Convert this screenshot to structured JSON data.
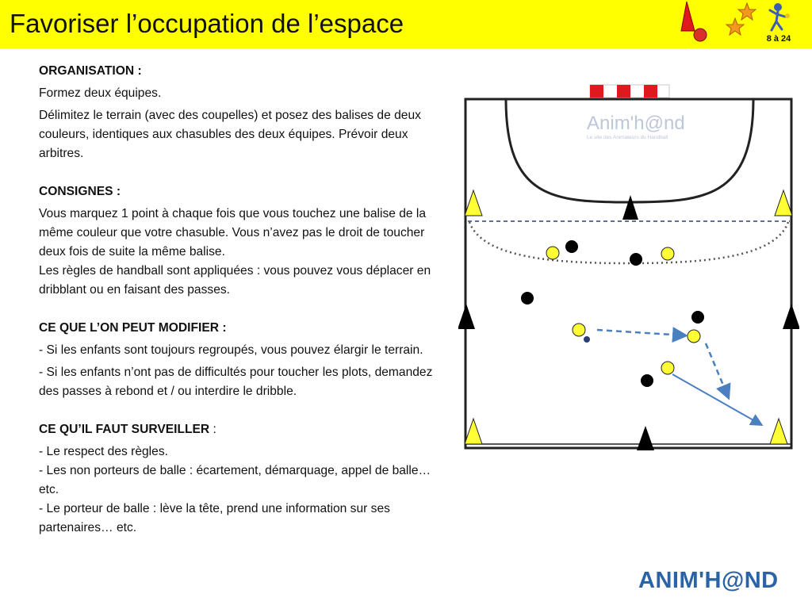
{
  "header": {
    "title": "Favoriser l’occupation de l’espace",
    "age_badge": "8 à 24",
    "colors": {
      "background": "#ffff00"
    },
    "icons": [
      "cone-icon",
      "ball-icon",
      "stars-icon",
      "handball-player-icon"
    ]
  },
  "sections": [
    {
      "heading": "ORGANISATION :",
      "paragraphs": [
        "Formez deux équipes.",
        "Délimitez le terrain (avec des coupelles) et posez des balises de deux couleurs, identiques aux chasubles des deux équipes. Prévoir deux arbitres."
      ]
    },
    {
      "heading": "CONSIGNES :",
      "paragraphs": [
        "Vous marquez 1 point à chaque fois que vous touchez une balise de la même couleur que votre chasuble. Vous n’avez pas le droit de toucher deux fois de suite la même balise.",
        "Les règles de handball sont appliquées : vous pouvez vous déplacer en dribblant ou en faisant des passes."
      ]
    },
    {
      "heading": "CE QUE L’ON PEUT MODIFIER :",
      "paragraphs": [
        "- Si les enfants sont toujours regroupés, vous pouvez élargir le terrain.",
        "- Si les enfants n’ont pas de difficultés pour toucher les plots, demandez des passes à rebond et / ou interdire le dribble."
      ]
    },
    {
      "heading": "CE QU’IL FAUT SURVEILLER",
      "heading_suffix": " :",
      "paragraphs": [
        "- Le respect des règles.",
        "- Les non porteurs de balle : écartement, démarquage, appel de balle…etc.",
        "- Le porteur de balle : lève la tête, prend une information sur ses partenaires… etc."
      ]
    }
  ],
  "diagram": {
    "watermark_title": "Anim'h@nd",
    "watermark_subtitle": "Le site des Animateurs du Handball",
    "colors": {
      "yellow_team": "#ffff33",
      "black_team": "#000000",
      "pass_arrow": "#4a7fc0"
    }
  },
  "footer": {
    "logo_text": "ANIM'H@ND",
    "logo_color": "#2a63a6"
  }
}
